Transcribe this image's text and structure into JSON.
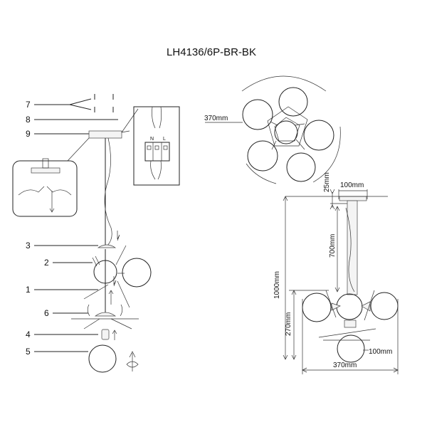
{
  "title": "LH4136/6P-BR-BK",
  "callouts": {
    "c7": "7",
    "c8": "8",
    "c9": "9",
    "c3": "3",
    "c2": "2",
    "c1": "1",
    "c6": "6",
    "c4": "4",
    "c5": "5"
  },
  "terminal": {
    "n": "N",
    "l": "L"
  },
  "dimensions": {
    "top_diameter": "370mm",
    "canopy_height": "25mm",
    "canopy_width": "100mm",
    "rod_length": "700mm",
    "total_height": "1000mm",
    "body_height": "270mm",
    "globe_diameter": "100mm",
    "bottom_width": "370mm"
  }
}
